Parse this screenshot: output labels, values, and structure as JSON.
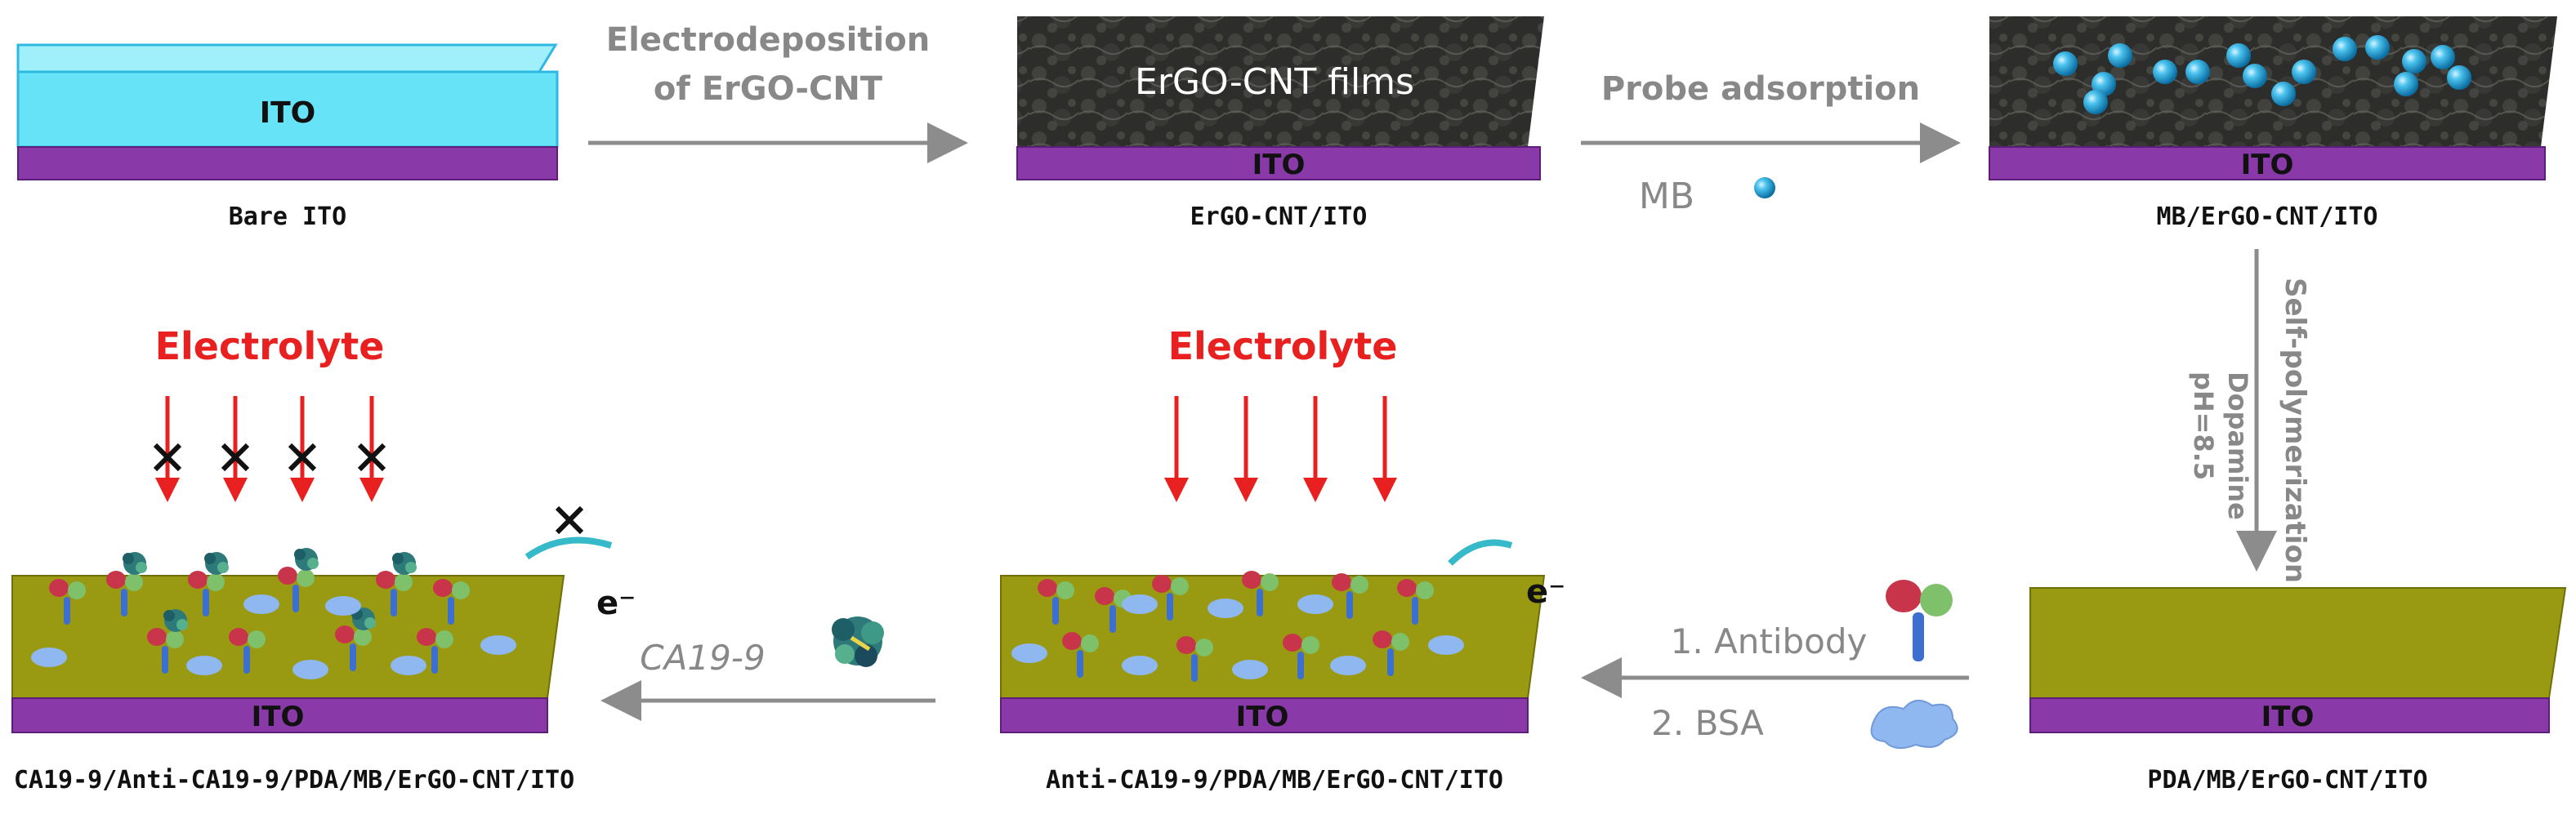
{
  "colors": {
    "ito_purple": "#8a3aa8",
    "ito_purple_dark": "#5e1d78",
    "glass_cyan": "#66e3f7",
    "glass_edge": "#2fb8e0",
    "film_dark": "#2d2d2b",
    "pda_olive": "#9a9a12",
    "pda_olive_dark": "#6f6f08",
    "arrow_gray": "#8c8c8c",
    "electrolyte_red": "#e8201f",
    "mb_blue": "#1aa7d9",
    "bsa_blue": "#8fb7f0"
  },
  "icons": {
    "mb_probe": "blue-sphere-icon",
    "antibody": "antibody-icon",
    "bsa": "bsa-blob-icon",
    "ca19_9": "protein-cluster-icon",
    "block": "cross-icon"
  },
  "stages": {
    "bare": {
      "substrate_label": "ITO",
      "caption": "Bare ITO"
    },
    "ergo": {
      "film_label": "ErGO-CNT films",
      "substrate_label": "ITO",
      "caption": "ErGO-CNT/ITO"
    },
    "mb": {
      "substrate_label": "ITO",
      "caption": "MB/ErGO-CNT/ITO"
    },
    "pda": {
      "substrate_label": "ITO",
      "caption": "PDA/MB/ErGO-CNT/ITO"
    },
    "anti": {
      "substrate_label": "ITO",
      "caption": "Anti-CA19-9/PDA/MB/ErGO-CNT/ITO",
      "electrolyte": "Electrolyte",
      "electron": "e⁻"
    },
    "ca199": {
      "substrate_label": "ITO",
      "caption": "CA19-9/Anti-CA19-9/PDA/MB/ErGO-CNT/ITO",
      "electrolyte": "Electrolyte",
      "electron": "e⁻"
    }
  },
  "steps": {
    "s1": {
      "line1": "Electrodeposition",
      "line2": "of ErGO-CNT"
    },
    "s2": {
      "label": "Probe adsorption",
      "reagent": "MB"
    },
    "s3": {
      "label": "Self-polymerization",
      "reagent1": "Dopamine",
      "reagent2": "pH=8.5"
    },
    "s4": {
      "line1": "1. Antibody",
      "line2": "2. BSA"
    },
    "s5": {
      "label": "CA19-9"
    }
  }
}
